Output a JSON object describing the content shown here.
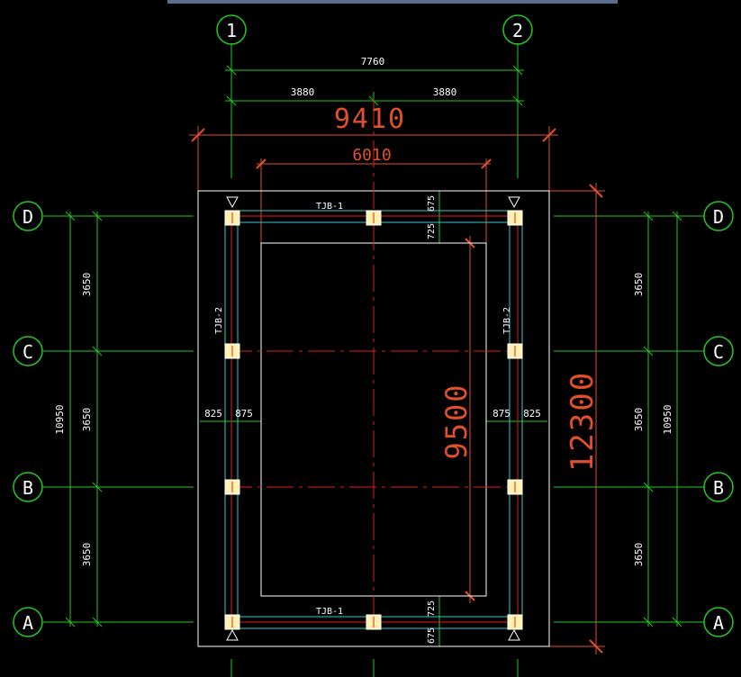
{
  "colors": {
    "background": "#000000",
    "topbar": "#5a6e8c",
    "grid": "#22c822",
    "dim_red": "#e0502a",
    "wall_red": "#e0201a",
    "white": "#ffffff",
    "cyan": "#33cccc",
    "column_fill": "#fff2b0"
  },
  "axes": {
    "one": "1",
    "two": "2",
    "a_left": "A",
    "b_left": "B",
    "c_left": "C",
    "d_left": "D",
    "a_right": "A",
    "b_right": "B",
    "c_right": "C",
    "d_right": "D"
  },
  "dims": {
    "top_total": "7760",
    "top_left": "3880",
    "top_right": "3880",
    "outer_width": "9410",
    "inner_width": "6010",
    "outer_height": "12300",
    "inner_height": "9500",
    "left_total": "10950",
    "left_d_c": "3650",
    "left_c_b": "3650",
    "left_b_a": "3650",
    "right_total": "10950",
    "right_d_c": "3650",
    "right_c_b": "3650",
    "right_b_a": "3650",
    "left_outer_offset": "825",
    "left_inner_offset": "875",
    "right_inner_offset": "875",
    "right_outer_offset": "825",
    "top_offset_upper": "675",
    "top_offset_lower": "725",
    "bottom_offset_upper": "725",
    "bottom_offset_lower": "675"
  },
  "labels": {
    "beam_top": "TJB-1",
    "beam_bottom": "TJB-1",
    "beam_left": "TJB-2",
    "beam_right": "TJB-2"
  }
}
